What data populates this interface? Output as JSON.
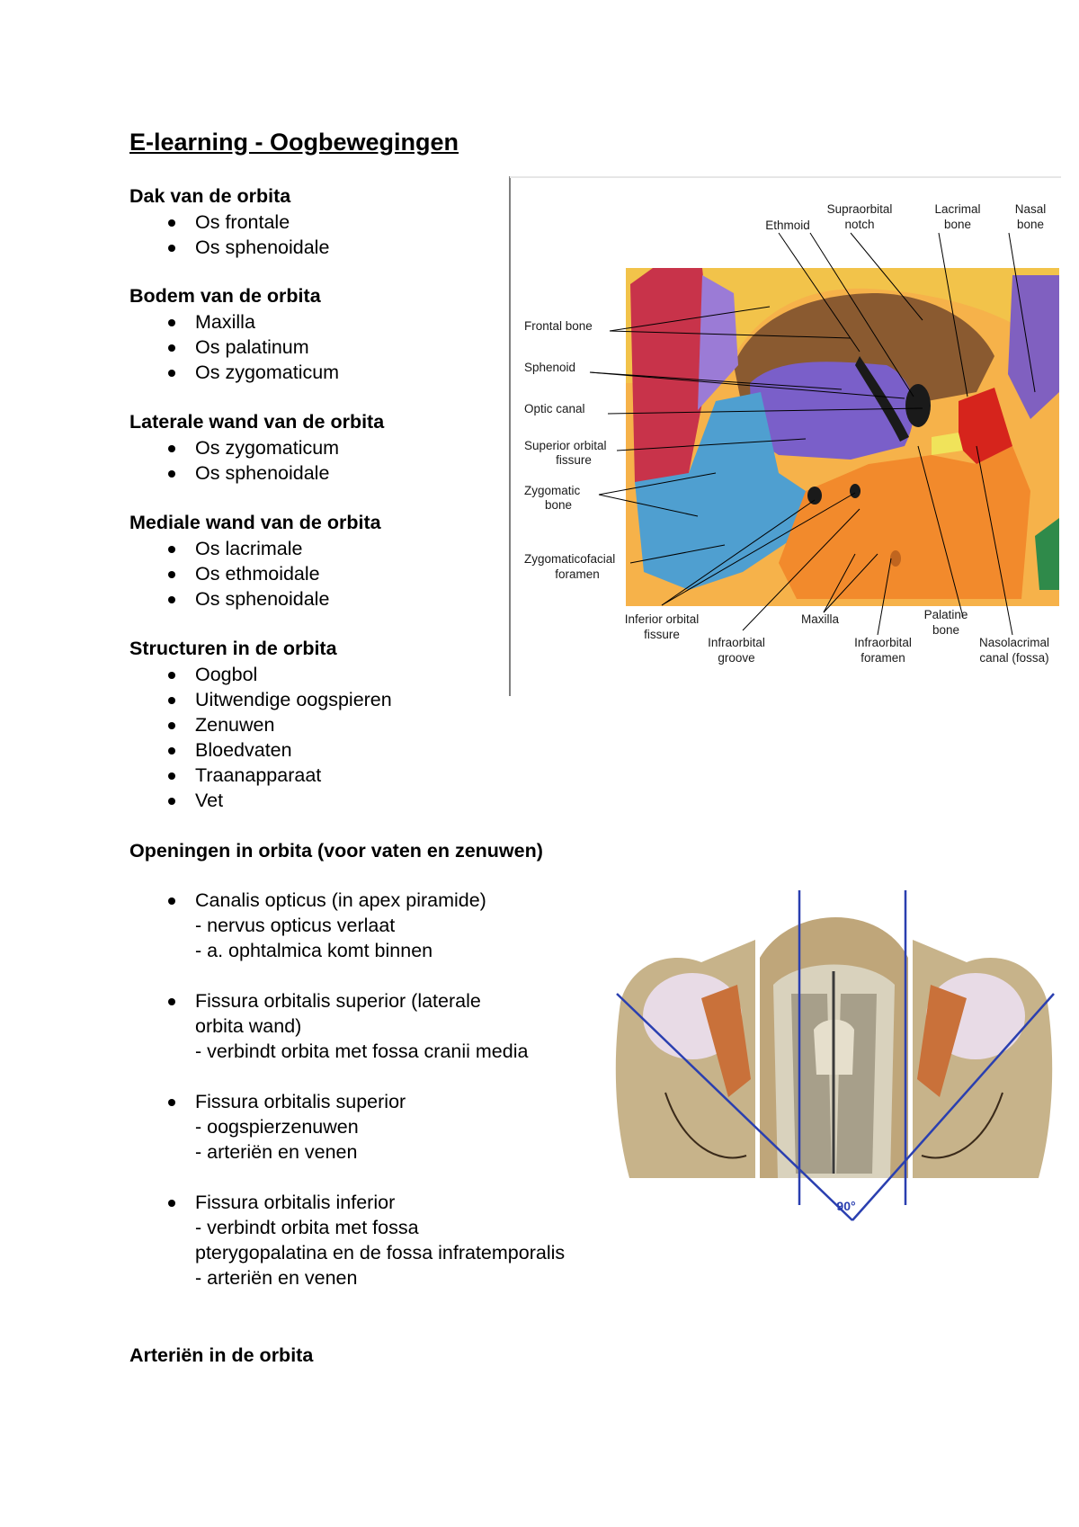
{
  "title": "E-learning - Oogbewegingen",
  "sections": [
    {
      "heading": "Dak van de orbita",
      "items": [
        "Os frontale",
        "Os sphenoidale"
      ]
    },
    {
      "heading": "Bodem van de orbita",
      "items": [
        "Maxilla",
        "Os palatinum",
        "Os zygomaticum"
      ]
    },
    {
      "heading": "Laterale wand van de orbita",
      "items": [
        "Os zygomaticum",
        "Os sphenoidale"
      ]
    },
    {
      "heading": "Mediale wand van de orbita",
      "items": [
        "Os lacrimale",
        "Os ethmoidale",
        "Os sphenoidale"
      ]
    },
    {
      "heading": "Structuren in de orbita",
      "items": [
        "Oogbol",
        "Uitwendige oogspieren",
        "Zenuwen",
        "Bloedvaten",
        "Traanapparaat",
        "Vet"
      ]
    }
  ],
  "openings": {
    "heading": "Openingen in orbita (voor vaten en zenuwen)",
    "items": [
      {
        "lines": [
          "Canalis opticus (in apex piramide)",
          "- nervus opticus verlaat",
          "- a. ophtalmica komt binnen"
        ]
      },
      {
        "lines": [
          "Fissura orbitalis superior (laterale",
          "orbita wand)",
          "- verbindt orbita met fossa cranii media"
        ]
      },
      {
        "lines": [
          "Fissura orbitalis superior",
          "- oogspierzenuwen",
          "- arteriën en venen"
        ]
      },
      {
        "lines": [
          "Fissura orbitalis inferior",
          "- verbindt orbita met fossa",
          "pterygopalatina en de fossa infratemporalis",
          "- arteriën en venen"
        ]
      }
    ]
  },
  "arteries_heading": "Arteriën in de orbita",
  "figure1": {
    "labels": {
      "ethmoid": "Ethmoid",
      "supraorbital_1": "Supraorbital",
      "supraorbital_2": "notch",
      "lacrimal_1": "Lacrimal",
      "lacrimal_2": "bone",
      "nasal_1": "Nasal",
      "nasal_2": "bone",
      "frontal": "Frontal bone",
      "sphenoid": "Sphenoid",
      "optic": "Optic canal",
      "sof_1": "Superior orbital",
      "sof_2": "fissure",
      "zyg_1": "Zygomatic",
      "zyg_2": "bone",
      "zf_1": "Zygomaticofacial",
      "zf_2": "foramen",
      "iof_1": "Inferior orbital",
      "iof_2": "fissure",
      "iog_1": "Infraorbital",
      "iog_2": "groove",
      "maxilla": "Maxilla",
      "iofor_1": "Infraorbital",
      "iofor_2": "foramen",
      "palatine_1": "Palatine",
      "palatine_2": "bone",
      "naso_1": "Nasolacrimal",
      "naso_2": "canal (fossa)"
    },
    "colors": {
      "frontal": "#f2c34a",
      "sphenoid": "#7a5fc9",
      "zygomatic": "#4f9fd0",
      "maxilla": "#f28a2c",
      "nasal": "#c8334a",
      "lacrimal": "#d6241c",
      "ethmoid": "#f0e35a",
      "palatine": "#2f8a4a"
    }
  },
  "figure2": {
    "angle_label": "90°",
    "colors": {
      "line": "#2a3fb0",
      "bone": "#c7b38a",
      "muscle": "#c9713a",
      "eye": "#e8dbe6"
    }
  }
}
